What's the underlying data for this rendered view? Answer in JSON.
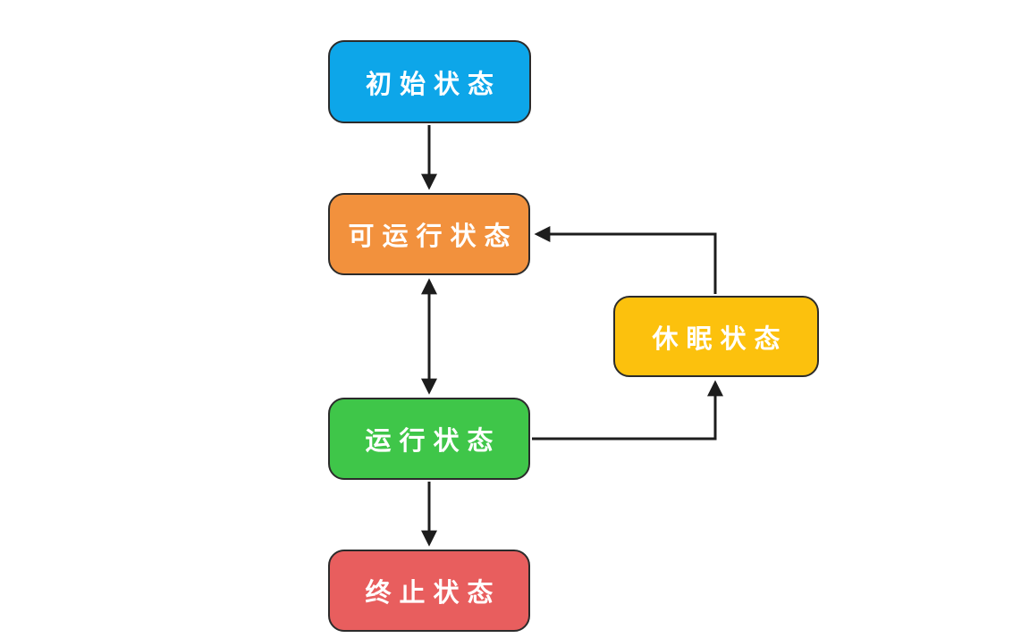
{
  "diagram": {
    "type": "state-flowchart",
    "background_color": "#ffffff",
    "edge_color": "#1d1d1d",
    "node_border_color": "#2b2b2b",
    "text_color": "#ffffff",
    "nodes": [
      {
        "id": "initial",
        "label": "初始状态",
        "color": "#0da6e9"
      },
      {
        "id": "runnable",
        "label": "可运行状态",
        "color": "#f2913d"
      },
      {
        "id": "sleep",
        "label": "休眠状态",
        "color": "#fcc10d"
      },
      {
        "id": "running",
        "label": "运行状态",
        "color": "#3fc649"
      },
      {
        "id": "terminated",
        "label": "终止状态",
        "color": "#e85e5e"
      }
    ],
    "edges": [
      {
        "from": "初始状态",
        "to": "可运行状态",
        "style": "arrow"
      },
      {
        "from": "可运行状态",
        "to": "运行状态",
        "style": "double-arrow"
      },
      {
        "from": "运行状态",
        "to": "终止状态",
        "style": "arrow"
      },
      {
        "from": "运行状态",
        "to": "休眠状态",
        "style": "elbow-arrow"
      },
      {
        "from": "休眠状态",
        "to": "可运行状态",
        "style": "elbow-arrow"
      }
    ]
  }
}
